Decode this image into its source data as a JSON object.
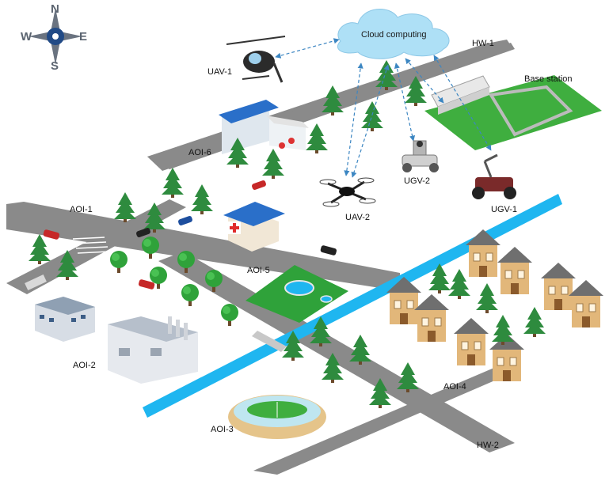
{
  "compass": {
    "n": "N",
    "s": "S",
    "e": "E",
    "w": "W"
  },
  "labels": {
    "cloud": "Cloud computing",
    "hw1": "HW-1",
    "hw2": "HW-2",
    "base_station": "Base station",
    "uav1": "UAV-1",
    "uav2": "UAV-2",
    "ugv1": "UGV-1",
    "ugv2": "UGV-2",
    "aoi1": "AOI-1",
    "aoi2": "AOI-2",
    "aoi3": "AOI-3",
    "aoi4": "AOI-4",
    "aoi5": "AOI-5",
    "aoi6": "AOI-6"
  },
  "colors": {
    "road": "#8a8a8a",
    "river": "#1fb6f0",
    "grass": "#3fae3f",
    "tree": "#2e8b3e",
    "link": "#3c86c2",
    "roof_blue": "#2a6fc9",
    "house_wall": "#e2b77a",
    "house_roof": "#6f6f6f"
  }
}
